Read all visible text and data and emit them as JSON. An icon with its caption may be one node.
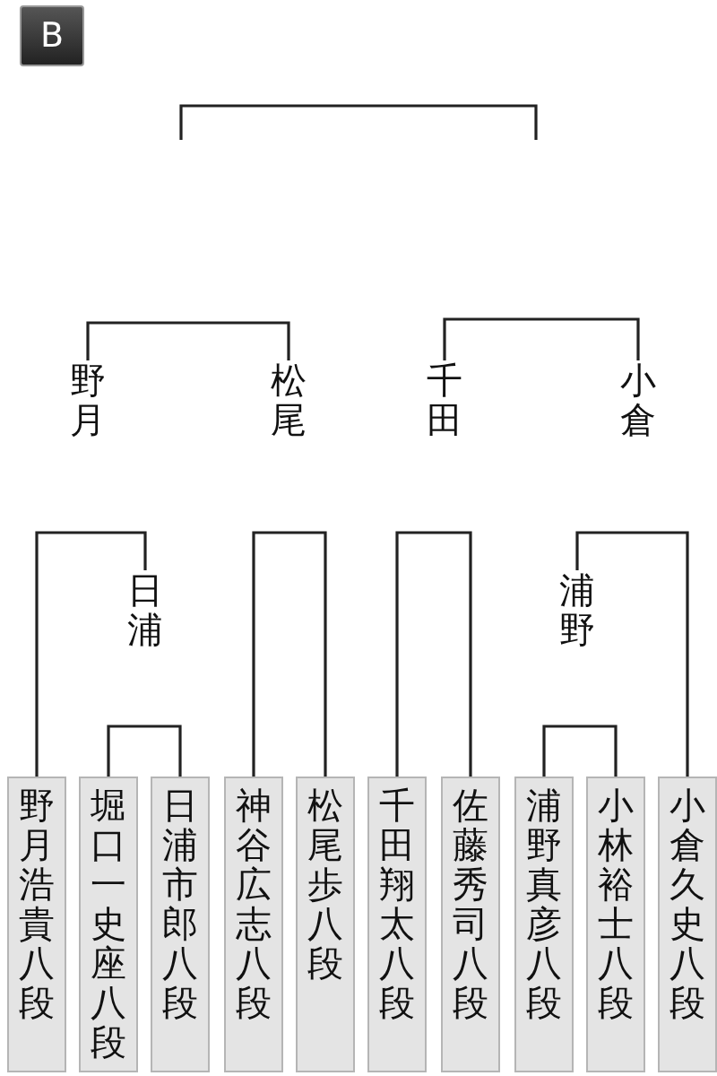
{
  "diagram": {
    "nodes": [
      {
        "text": [
          "B"
        ]
      },
      {
        "text": [
          "野月"
        ]
      },
      {
        "text": [
          "松尾"
        ]
      },
      {
        "text": [
          "千田"
        ]
      },
      {
        "text": [
          "小倉"
        ]
      },
      {
        "text": [
          "日浦"
        ]
      },
      {
        "text": [
          "浦野"
        ]
      },
      {
        "text": [
          "野月浩貴八段"
        ]
      },
      {
        "text": [
          "堀口一史座八段"
        ]
      },
      {
        "text": [
          "日浦市郎八段"
        ]
      },
      {
        "text": [
          "神谷広志八段"
        ]
      },
      {
        "text": [
          "松尾歩八段"
        ]
      },
      {
        "text": [
          "千田翔太八段"
        ]
      },
      {
        "text": [
          "佐藤秀司八段"
        ]
      },
      {
        "text": [
          "浦野真彦八段"
        ]
      },
      {
        "text": [
          "小林裕士八段"
        ]
      },
      {
        "text": [
          "小倉久史八段"
        ]
      }
    ],
    "edges": [
      {
        "from": 1,
        "to": 2,
        "arrow": "none"
      },
      {
        "from": 3,
        "to": 4,
        "arrow": "none"
      },
      {
        "from": 7,
        "to": 5,
        "arrow": "none"
      },
      {
        "from": 8,
        "to": 9,
        "arrow": "none"
      },
      {
        "from": 10,
        "to": 11,
        "arrow": "none"
      },
      {
        "from": 12,
        "to": 13,
        "arrow": "none"
      },
      {
        "from": 14,
        "to": 15,
        "arrow": "none"
      },
      {
        "from": 16,
        "to": 6,
        "arrow": "none"
      }
    ]
  }
}
